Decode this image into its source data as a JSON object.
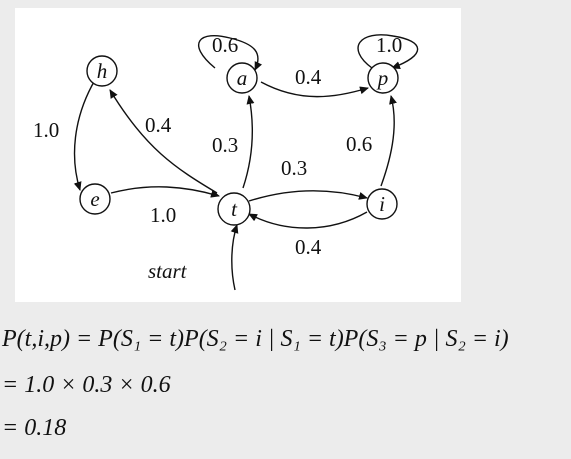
{
  "diagram": {
    "nodes": {
      "h": "h",
      "a": "a",
      "p": "p",
      "e": "e",
      "t": "t",
      "i": "i"
    },
    "edges": {
      "a_self": "0.6",
      "p_self": "1.0",
      "a_p": "0.4",
      "h_e": "1.0",
      "t_h": "0.4",
      "t_a": "0.3",
      "i_p": "0.6",
      "t_i": "0.3",
      "e_t": "1.0",
      "i_t": "0.4"
    },
    "start_label": "start"
  },
  "formula": {
    "line1": "P(t,i,p) = P(S₁ = t)P(S₂ = i | S₁ = t)P(S₃ = p | S₂ = i)",
    "line2": "= 1.0 × 0.3 × 0.6",
    "line3": "= 0.18"
  }
}
